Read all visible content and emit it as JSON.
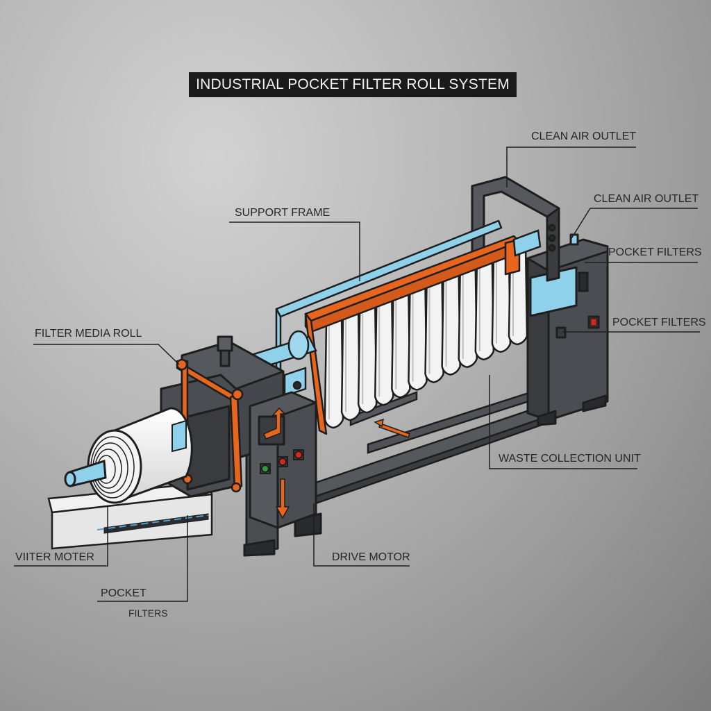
{
  "title": "INDUSTRIAL POCKET FILTER ROLL SYSTEM",
  "labels": {
    "clean_air_outlet_1": "CLEAN AIR OUTLET",
    "clean_air_outlet_2": "CLEAN AIR OUTLET",
    "support_frame": "SUPPORT FRAME",
    "pocket_filters_1": "POCKET FILTERS",
    "pocket_filters_2": "POCKET FILTERS",
    "filter_media_roll": "FILTER MEDIA ROLL",
    "waste_collection_unit": "WASTE COLLECTION UNIT",
    "viter_moter": "VIITER MOTER",
    "drive_motor": "DRIVE MOTOR",
    "pocket": "POCKET",
    "filters": "FILTERS"
  },
  "colors": {
    "frame_dark": "#4a4d52",
    "accent_orange": "#e8651e",
    "accent_blue": "#8fd0ea",
    "filter_white": "#f3f3f3",
    "button_red": "#d8261c",
    "button_green": "#2e9b3a"
  }
}
